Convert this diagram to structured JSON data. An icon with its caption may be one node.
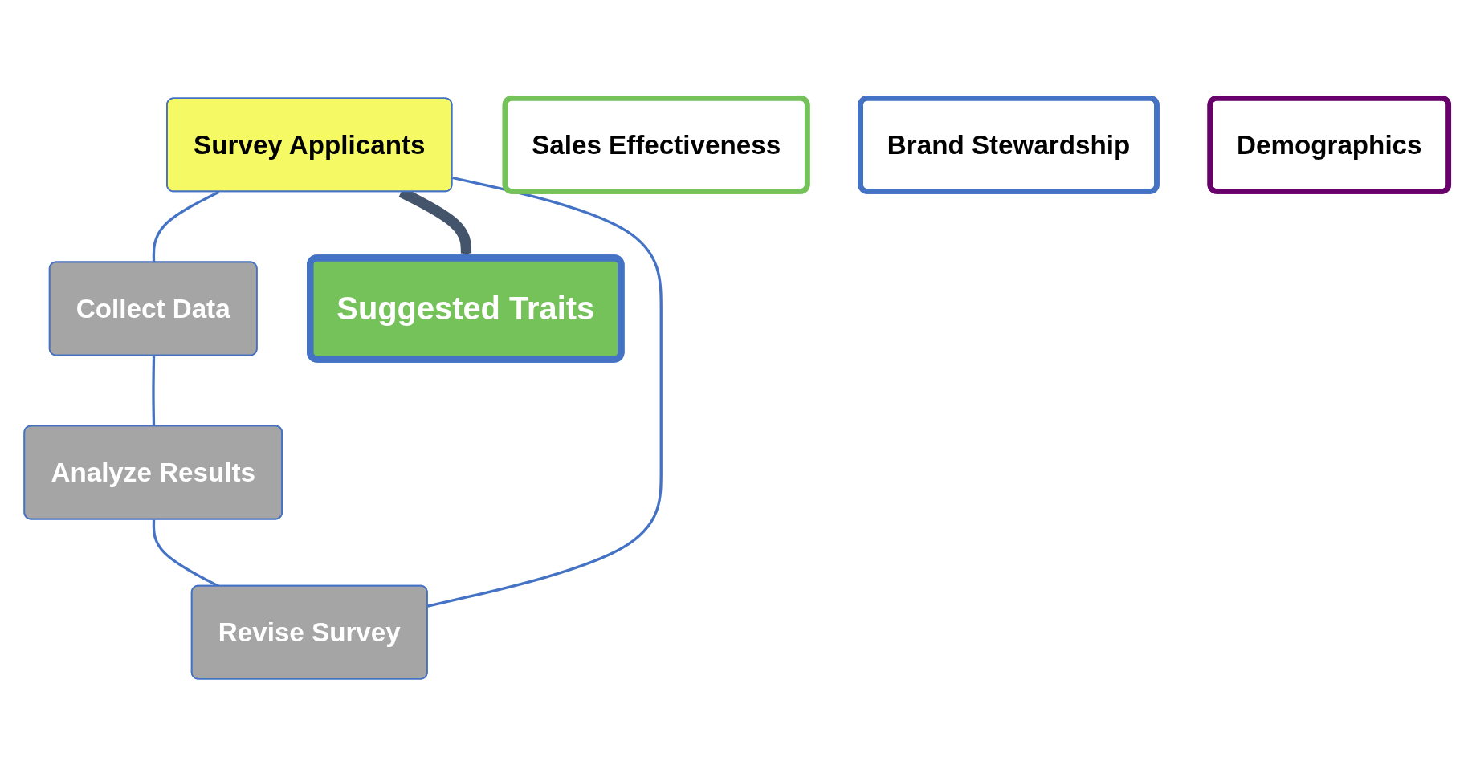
{
  "diagram": {
    "nodes": [
      {
        "text": [
          "Survey Applicants"
        ]
      },
      {
        "text": [
          "Collect Data"
        ]
      },
      {
        "text": [
          "Analyze Results"
        ]
      },
      {
        "text": [
          "Revise Survey"
        ]
      },
      {
        "text": [
          "Suggested Traits"
        ]
      },
      {
        "text": [
          "Sales Effectiveness"
        ]
      },
      {
        "text": [
          "Brand Stewardship"
        ]
      },
      {
        "text": [
          "Demographics"
        ]
      }
    ],
    "edges": [
      {
        "from": 0,
        "to": 1,
        "arrow": "none"
      },
      {
        "from": 1,
        "to": 2,
        "arrow": "none"
      },
      {
        "from": 2,
        "to": 3,
        "arrow": "none"
      },
      {
        "from": 3,
        "to": 0,
        "arrow": "none"
      },
      {
        "from": 0,
        "to": 4,
        "arrow": "to",
        "style": "thick",
        "color": "#44546a"
      }
    ]
  }
}
